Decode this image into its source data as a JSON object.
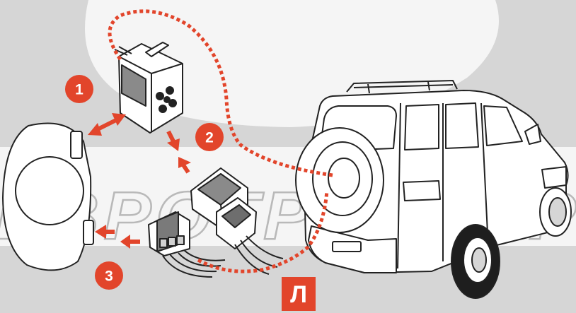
{
  "watermark": {
    "text": "ЕВРОТРЕЙЛЕР"
  },
  "logo": {
    "letter": "Л",
    "color": "#e2452b"
  },
  "steps": [
    {
      "number": "1"
    },
    {
      "number": "2"
    },
    {
      "number": "3"
    }
  ],
  "colors": {
    "accent": "#e2452b",
    "background": "#d6d6d6",
    "band": "#f5f5f5",
    "outline": "#222222"
  },
  "icons": [
    "socket-connector-icon",
    "adapter-connector-icon",
    "plug-connector-icon",
    "double-arrow-icon",
    "vehicle-icon"
  ]
}
